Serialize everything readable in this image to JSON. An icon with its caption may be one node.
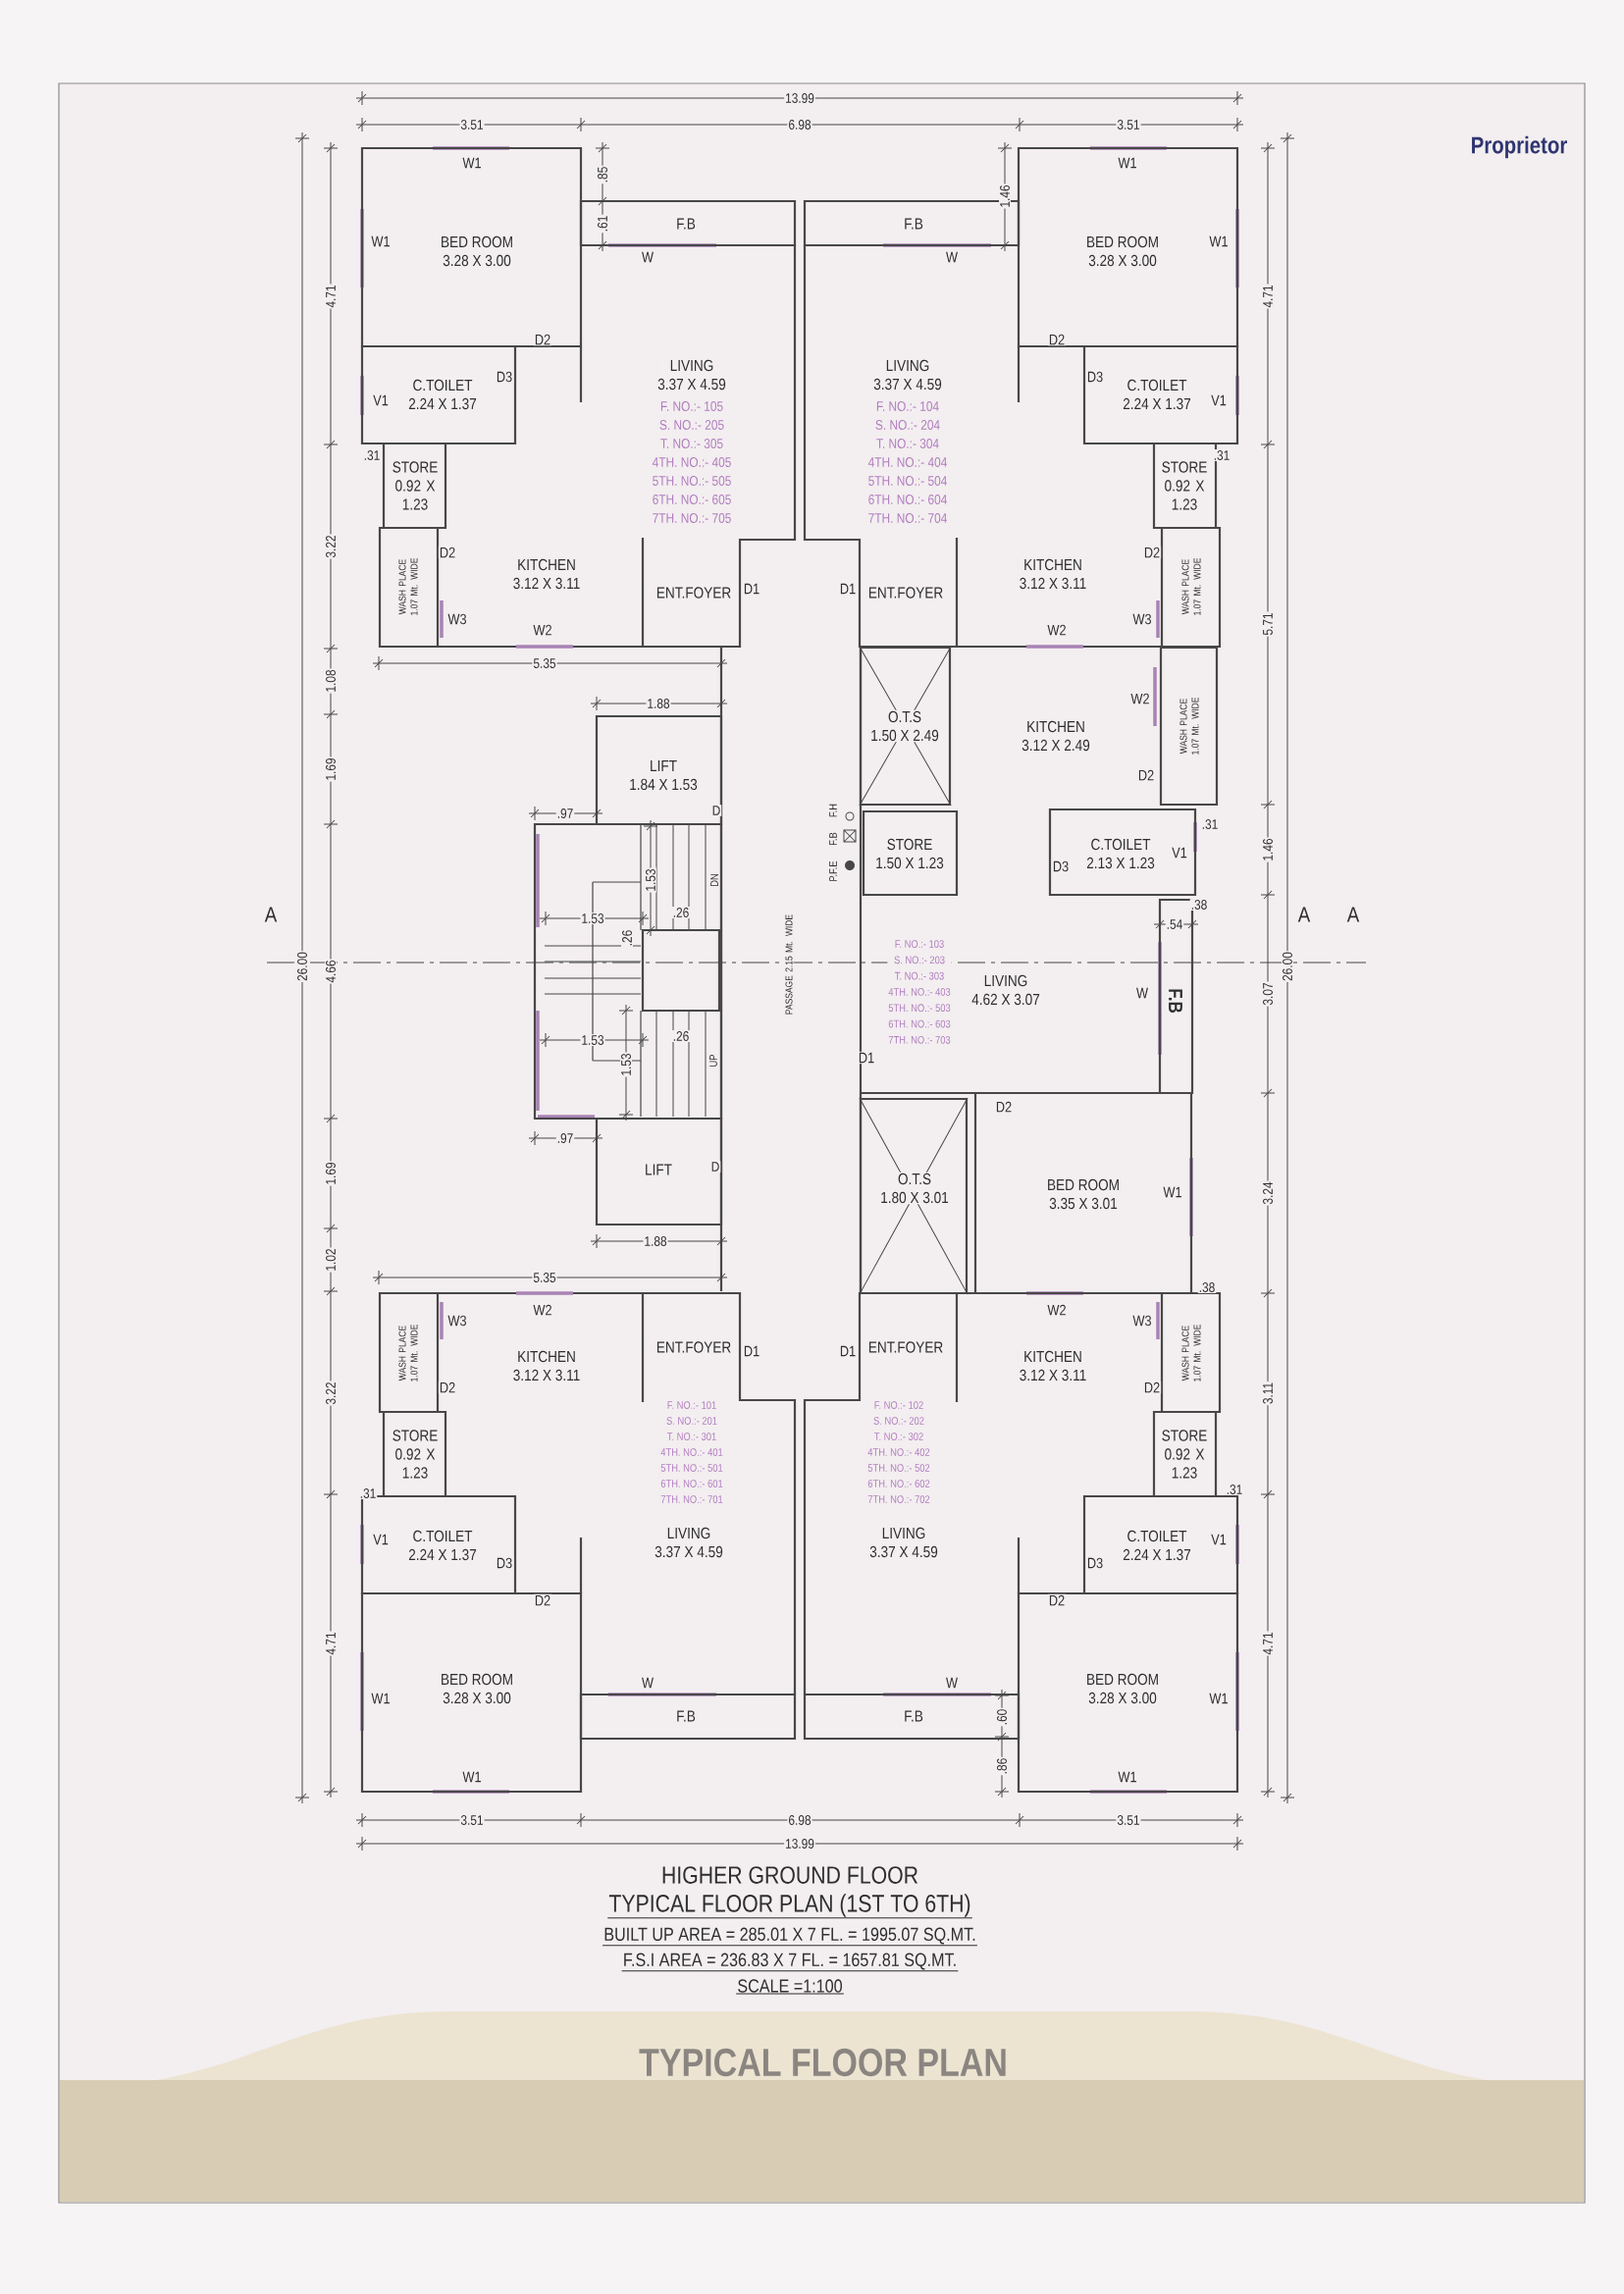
{
  "diagram": {
    "title": "TYPICAL FLOOR PLAN",
    "nodes": [
      {
        "text": [
          "BED ROOM",
          "3.28 X 3.00"
        ]
      },
      {
        "text": [
          "C.TOILET",
          "2.24 X 1.37"
        ]
      },
      {
        "text": [
          "STORE",
          "0.92 X 1.23"
        ]
      },
      {
        "text": [
          "WASH PLACE 1.07 Mt. WIDE"
        ]
      },
      {
        "text": [
          "KITCHEN",
          "3.12 X 3.11"
        ]
      },
      {
        "text": [
          "ENT.FOYER"
        ]
      },
      {
        "text": [
          "LIVING",
          "3.37 X 4.59",
          "F. NO.:- 105",
          "S. NO.:- 205",
          "T. NO.:- 305",
          "4TH. NO.:- 405",
          "5TH. NO.:- 505",
          "6TH. NO.:- 605",
          "7TH. NO.:- 705"
        ]
      },
      {
        "text": [
          "F.B"
        ]
      },
      {
        "text": [
          "BED ROOM",
          "3.28 X 3.00"
        ]
      },
      {
        "text": [
          "C.TOILET",
          "2.24 X 1.37"
        ]
      },
      {
        "text": [
          "STORE",
          "0.92 X 1.23"
        ]
      },
      {
        "text": [
          "WASH PLACE 1.07 Mt. WIDE"
        ]
      },
      {
        "text": [
          "KITCHEN",
          "3.12 X 3.11"
        ]
      },
      {
        "text": [
          "ENT.FOYER"
        ]
      },
      {
        "text": [
          "LIVING",
          "3.37 X 4.59",
          "F. NO.:- 104",
          "S. NO.:- 204",
          "T. NO.:- 304",
          "4TH. NO.:- 404",
          "5TH. NO.:- 504",
          "6TH. NO.:- 604",
          "7TH. NO.:- 704"
        ]
      },
      {
        "text": [
          "F.B"
        ]
      },
      {
        "text": [
          "BED ROOM",
          "3.28 X 3.00"
        ]
      },
      {
        "text": [
          "C.TOILET",
          "2.24 X 1.37"
        ]
      },
      {
        "text": [
          "STORE",
          "0.92 X 1.23"
        ]
      },
      {
        "text": [
          "WASH PLACE 1.07 Mt. WIDE"
        ]
      },
      {
        "text": [
          "KITCHEN",
          "3.12 X 3.11"
        ]
      },
      {
        "text": [
          "ENT.FOYER"
        ]
      },
      {
        "text": [
          "F. NO.:- 101",
          "S. NO.:- 201",
          "T. NO.:- 301",
          "4TH. NO.:- 401",
          "5TH. NO.:- 501",
          "6TH. NO.:- 601",
          "7TH. NO.:- 701",
          "LIVING",
          "3.37 X 4.59"
        ]
      },
      {
        "text": [
          "F.B"
        ]
      },
      {
        "text": [
          "BED ROOM",
          "3.28 X 3.00"
        ]
      },
      {
        "text": [
          "C.TOILET",
          "2.24 X 1.37"
        ]
      },
      {
        "text": [
          "STORE",
          "0.92 X 1.23"
        ]
      },
      {
        "text": [
          "WASH PLACE 1.07 Mt. WIDE"
        ]
      },
      {
        "text": [
          "KITCHEN",
          "3.12 X 3.11"
        ]
      },
      {
        "text": [
          "ENT.FOYER"
        ]
      },
      {
        "text": [
          "F. NO.:- 102",
          "S. NO.:- 202",
          "T. NO.:- 302",
          "4TH. NO.:- 402",
          "5TH. NO.:- 502",
          "6TH. NO.:- 602",
          "7TH. NO.:- 702",
          "LIVING",
          "3.37 X 4.59"
        ]
      },
      {
        "text": [
          "F.B"
        ]
      },
      {
        "text": [
          "LIFT",
          "1.84 X 1.53"
        ]
      },
      {
        "text": [
          "LIFT"
        ]
      },
      {
        "text": [
          "PASSAGE 2.15 Mt. WIDE"
        ]
      },
      {
        "text": [
          "O.T.S",
          "1.50 X 2.49"
        ]
      },
      {
        "text": [
          "KITCHEN",
          "3.12 X 2.49"
        ]
      },
      {
        "text": [
          "WASH PLACE 1.07 Mt. WIDE"
        ]
      },
      {
        "text": [
          "STORE",
          "1.50 X 1.23"
        ]
      },
      {
        "text": [
          "C.TOILET",
          "2.13 X 1.23"
        ]
      },
      {
        "text": [
          "LIVING",
          "4.62 X 3.07",
          "F. NO.:- 103",
          "S. NO.:- 203",
          "T. NO.:- 303",
          "4TH. NO.:- 403",
          "5TH. NO.:- 503",
          "6TH. NO.:- 603",
          "7TH. NO.:- 703"
        ]
      },
      {
        "text": [
          "F.B"
        ]
      },
      {
        "text": [
          "O.T.S",
          "1.80 X 3.01"
        ]
      },
      {
        "text": [
          "BED ROOM",
          "3.35 X 3.01"
        ]
      }
    ],
    "labels": [
      "W1",
      "W1",
      "D2",
      "D3",
      "V1",
      "W",
      "D2",
      "W3",
      "W2",
      "D1",
      "W1",
      "W1",
      "D2",
      "D3",
      "V1",
      "W",
      "D2",
      "W3",
      "W2",
      "D1",
      "W1",
      "W1",
      "D2",
      "D3",
      "V1",
      "W",
      "D2",
      "W3",
      "W2",
      "D1",
      "W1",
      "W1",
      "D2",
      "D3",
      "V1",
      "W",
      "D2",
      "W3",
      "W2",
      "D1",
      "D",
      "DN",
      "UP",
      "D",
      "W2",
      "D2",
      "D3",
      "V1",
      "F.H",
      "F.B",
      "P.F.E",
      "W",
      "D1",
      "D2",
      "W1",
      "A",
      "A",
      "A",
      "13.99",
      "3.51",
      "6.98",
      "3.51",
      ".85",
      ".61",
      "1.46",
      "4.71",
      "4.71",
      ".31",
      ".31",
      "3.22",
      "5.71",
      "5.35",
      "1.08",
      "1.88",
      "1.69",
      ".97",
      ".31",
      "1.46",
      "1.53",
      ".38",
      "1.53",
      ".26",
      ".54",
      ".26",
      "4.66",
      "26.00",
      "3.07",
      "26.00",
      "1.53",
      ".26",
      "1.53",
      ".97",
      "1.69",
      "3.24",
      "1.88",
      "1.02",
      "5.35",
      ".38",
      "3.22",
      "3.11",
      ".31",
      ".31",
      "4.71",
      "4.71",
      ".60",
      ".86",
      "3.51",
      "6.98",
      "3.51",
      "13.99",
      "HIGHER GROUND FLOOR",
      "TYPICAL FLOOR PLAN (1ST TO 6TH)",
      "BUILT UP AREA = 285.01 X 7 FL. = 1995.07 SQ.MT.",
      "F.S.I AREA = 236.83 X 7 FL. = 1657.81 SQ.MT.",
      "SCALE =1:100",
      "Proprietor"
    ]
  }
}
